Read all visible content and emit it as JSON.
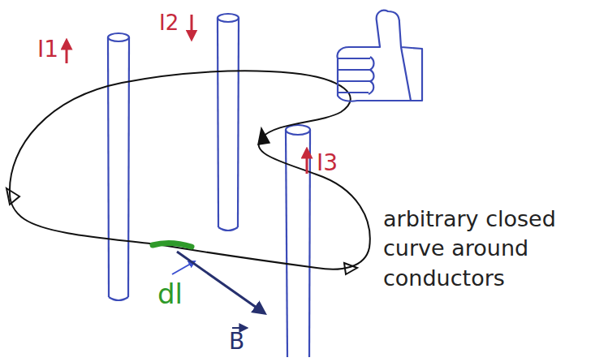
{
  "diagram": {
    "labels": [
      "I1",
      "I2",
      "I3",
      "dl",
      "B",
      "arbitrary closed curve around conductors"
    ]
  }
}
